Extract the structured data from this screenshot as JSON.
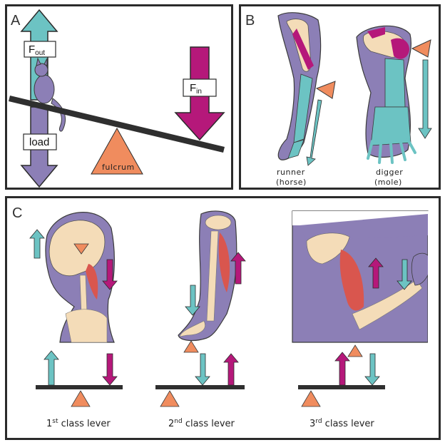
{
  "panels": {
    "a": {
      "label": "A",
      "f_out": "F",
      "f_out_sub": "out",
      "f_in": "F",
      "f_in_sub": "in",
      "load": "load",
      "fulcrum": "fulcrum"
    },
    "b": {
      "label": "B",
      "runner_line1": "runner",
      "runner_line2": "(horse)",
      "digger_line1": "digger",
      "digger_line2": "(mole)"
    },
    "c": {
      "label": "C",
      "levers": [
        {
          "num": "1",
          "sup": "st",
          "rest": " class lever"
        },
        {
          "num": "2",
          "sup": "nd",
          "rest": " class lever"
        },
        {
          "num": "3",
          "sup": "rd",
          "rest": " class lever"
        }
      ]
    }
  },
  "colors": {
    "teal": "#6cc3c3",
    "magenta": "#b5187a",
    "purple": "#8c7fb6",
    "orange": "#f08c5e",
    "bone": "#f4dcb8",
    "muscle": "#d9564e"
  }
}
